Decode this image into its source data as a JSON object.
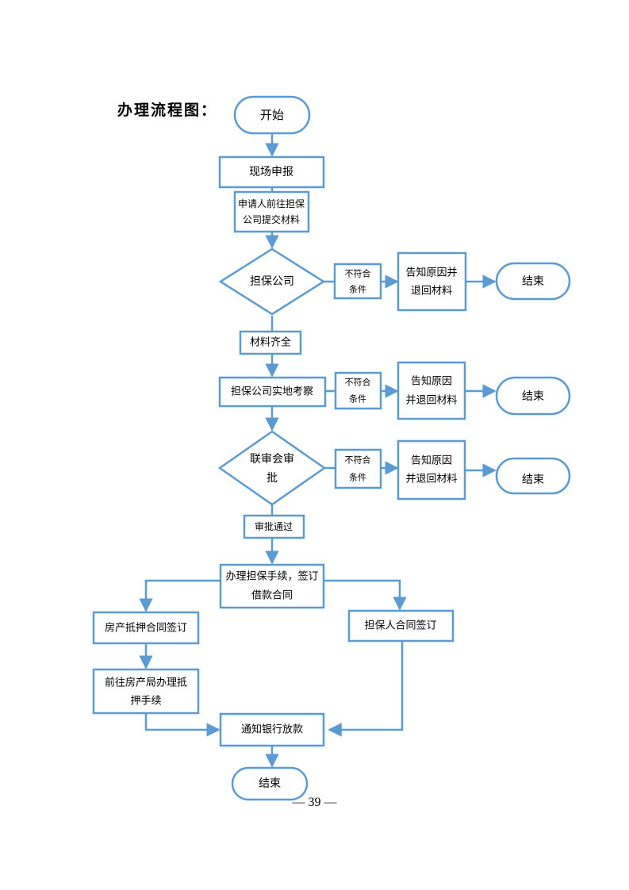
{
  "title": "办理流程图：",
  "page_number": "— 39 —",
  "colors": {
    "stroke": "#5b9bd5",
    "text": "#000000",
    "background": "#ffffff"
  },
  "nodes": {
    "start": "开始",
    "onsite_application": "现场申报",
    "submit_materials": [
      "申请人前往担保",
      "公司提交材料"
    ],
    "guarantee_company": "担保公司",
    "not_qualified_1": [
      "不符合",
      "条件"
    ],
    "notify_return_1": [
      "告知原因并",
      "退回材料"
    ],
    "end_1": "结束",
    "materials_complete": "材料齐全",
    "site_inspection": "担保公司实地考察",
    "not_qualified_2": [
      "不符合",
      "条件"
    ],
    "notify_return_2": [
      "告知原因",
      "并退回材料"
    ],
    "end_2": "结束",
    "joint_review": [
      "联审会审",
      "批"
    ],
    "not_qualified_3": [
      "不符合",
      "条件"
    ],
    "notify_return_3": [
      "告知原因",
      "并退回材料"
    ],
    "end_3": "结束",
    "approved": "审批通过",
    "guarantee_procedures": [
      "办理担保手续，签订",
      "借款合同"
    ],
    "mortgage_contract": "房产抵押合同签订",
    "guarantor_contract": "担保人合同签订",
    "housing_bureau": [
      "前往房产局办理抵",
      "押手续"
    ],
    "notify_bank": "通知银行放款",
    "final_end": "结束"
  }
}
